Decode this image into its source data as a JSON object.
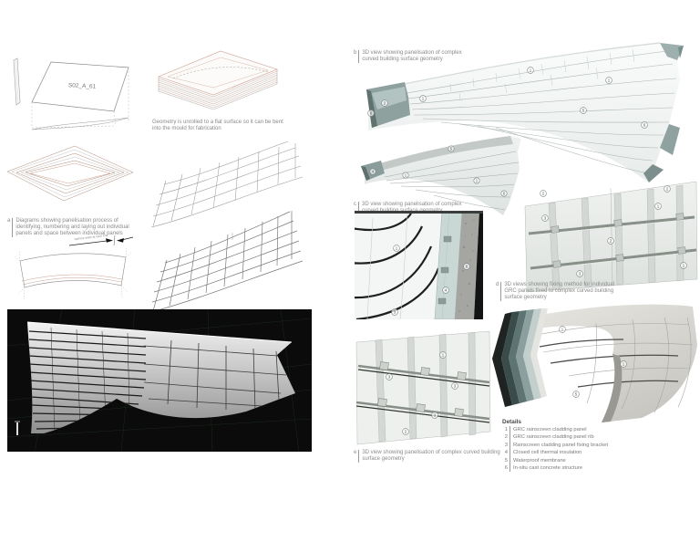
{
  "callouts": {
    "n1": "1",
    "n2": "2",
    "n3": "3",
    "n4": "4",
    "n5": "5",
    "n6": "6"
  },
  "left_page": {
    "panel_label": "S02_A_61",
    "unroll_caption": "Geometry is unrolled to a flat surface so it can be bent into the mould for fabrication",
    "gap_note": "half line width at each end",
    "caption_a": {
      "prefix": "a",
      "text": "Diagrams showing panelisation process of identifying, numbering and laying out individual panels and space between individual panels"
    }
  },
  "right_page": {
    "caption_b": {
      "prefix": "b",
      "text": "3D view showing panelisation of complex curved building surface geometry"
    },
    "caption_c": {
      "prefix": "c",
      "text": "3D view showing panelisation of complex curved building surface geometry"
    },
    "caption_d": {
      "prefix": "d",
      "text": "3D views showing fixing method for individual GRC panels fixed to complex curved building surface geometry"
    },
    "caption_e": {
      "prefix": "e",
      "text": "3D view showing panelisation of complex curved building surface geometry"
    },
    "details": {
      "title": "Details",
      "items": [
        {
          "num": "1",
          "label": "GRC rainscreen cladding panel"
        },
        {
          "num": "2",
          "label": "GRC rainscreen cladding panel rib"
        },
        {
          "num": "3",
          "label": "Rainscreen cladding panel fixing bracket"
        },
        {
          "num": "4",
          "label": "Closed cell thermal insulation"
        },
        {
          "num": "5",
          "label": "Waterproof membrane"
        },
        {
          "num": "6",
          "label": "In-situ cast concrete structure"
        }
      ]
    }
  },
  "colors": {
    "tan_line": "#c9a090",
    "teal_dark": "#5d7472",
    "teal_mid": "#8ba09e",
    "teal_light": "#c2cfcd",
    "viewport_bg": "#0a0b0a",
    "concrete": "#a5a5a2"
  }
}
